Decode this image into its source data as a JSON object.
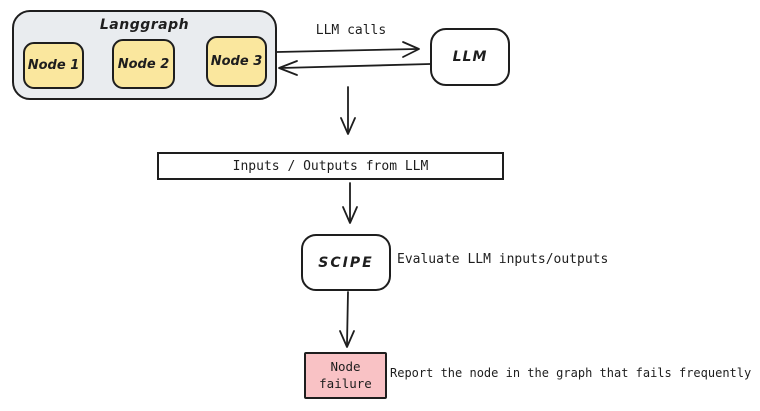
{
  "diagram": {
    "langgraph": {
      "title": "Langgraph",
      "nodes": [
        {
          "label": "Node 1"
        },
        {
          "label": "Node 2"
        },
        {
          "label": "Node 3"
        }
      ]
    },
    "llm": {
      "label": "LLM"
    },
    "llm_calls_label": "LLM calls",
    "io_box": {
      "label": "Inputs / Outputs from LLM"
    },
    "scipe": {
      "label": "SCIPE",
      "caption": "Evaluate LLM inputs/outputs"
    },
    "node_failure": {
      "line1": "Node",
      "line2": "failure",
      "caption": "Report the node in the graph that fails frequently"
    },
    "colors": {
      "stroke": "#1e1e1e",
      "langgraph_fill": "#e9ecef",
      "node_fill": "#fae79e",
      "llm_fill": "#ffffff",
      "io_fill": "#ffffff",
      "scipe_fill": "#ffffff",
      "failure_fill": "#f9c2c5"
    }
  }
}
